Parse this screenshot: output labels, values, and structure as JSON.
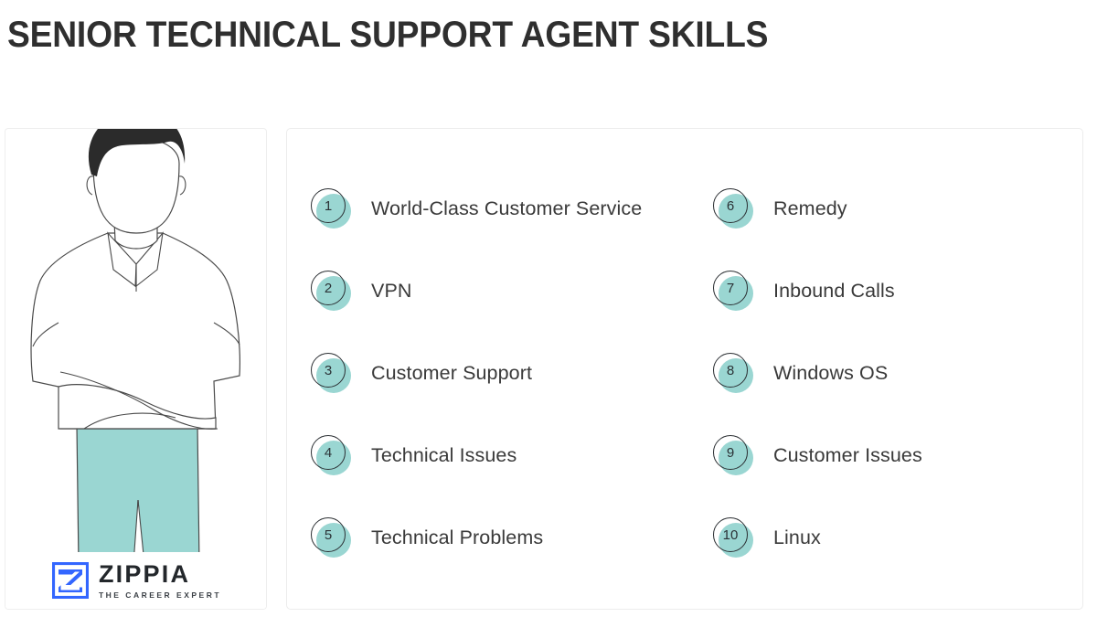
{
  "header": {
    "title": "SENIOR TECHNICAL SUPPORT AGENT SKILLS"
  },
  "colors": {
    "accent_teal": "#9AD6D2",
    "brand_blue": "#3366FF",
    "text_dark": "#3A3A3A",
    "title_dark": "#2F2F2F",
    "card_border": "#ECECEC"
  },
  "illustration": {
    "alt": "line-art illustration of a person with arms crossed wearing a polo shirt and teal pants",
    "hair_color": "#2B2B2B",
    "pants_color": "#9AD6D2"
  },
  "brand": {
    "mark": "zippia-z-logo",
    "name": "ZIPPIA",
    "tagline": "THE CAREER EXPERT"
  },
  "skills": {
    "left_column": [
      {
        "number": "1",
        "label": "World-Class Customer Service"
      },
      {
        "number": "2",
        "label": "VPN"
      },
      {
        "number": "3",
        "label": "Customer Support"
      },
      {
        "number": "4",
        "label": "Technical Issues"
      },
      {
        "number": "5",
        "label": "Technical Problems"
      }
    ],
    "right_column": [
      {
        "number": "6",
        "label": "Remedy"
      },
      {
        "number": "7",
        "label": "Inbound Calls"
      },
      {
        "number": "8",
        "label": "Windows OS"
      },
      {
        "number": "9",
        "label": "Customer Issues"
      },
      {
        "number": "10",
        "label": "Linux"
      }
    ]
  }
}
